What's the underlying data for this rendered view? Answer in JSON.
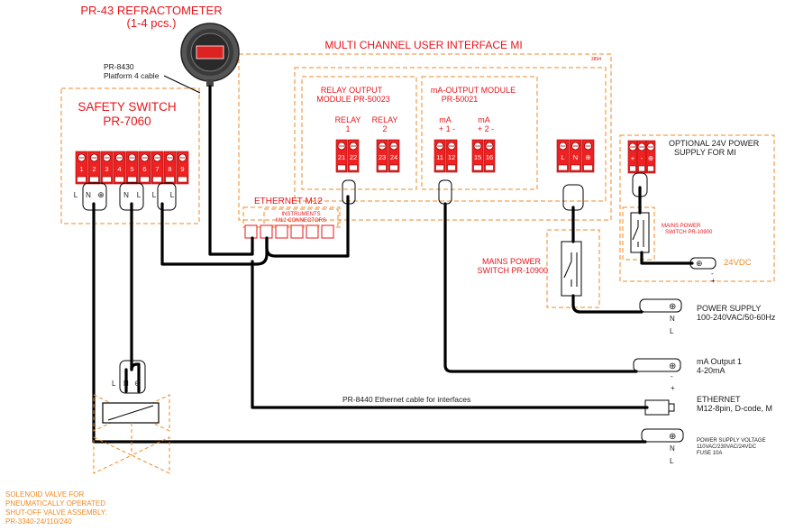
{
  "refractometer": {
    "title": "PR-43 REFRACTOMETER",
    "qty": "(1-4 pcs.)",
    "cable_line1": "PR-8430",
    "cable_line2": "Platform 4 cable"
  },
  "mi": {
    "title": "MULTI CHANNEL USER INTERFACE MI",
    "code": "3894"
  },
  "safety": {
    "title1": "SAFETY SWITCH",
    "title2": "PR-7060",
    "terminals": [
      "1",
      "2",
      "3",
      "4",
      "5",
      "6",
      "7",
      "8",
      "9"
    ],
    "labels": [
      "L",
      "N",
      "⊕",
      "N",
      "L",
      "L",
      "L"
    ]
  },
  "relay_module": {
    "title1": "RELAY OUTPUT",
    "title2": "MODULE PR-50023",
    "relay1": "RELAY",
    "relay1_num": "1",
    "relay2": "RELAY",
    "relay2_num": "2",
    "terms": [
      "21",
      "22",
      "23",
      "24"
    ]
  },
  "ma_module": {
    "title1": "mA-OUTPUT MODULE",
    "title2": "PR-50021",
    "ch1a": "mA",
    "ch1b": "+ 1 -",
    "ch2a": "mA",
    "ch2b": "+ 2 -",
    "terms": [
      "11",
      "12",
      "15",
      "16"
    ]
  },
  "mi_power_labels": [
    "L",
    "N",
    "⊕"
  ],
  "ethernet": {
    "title": "ETHERNET M12",
    "instr1": "INSTRUMENTS",
    "instr2": "M12 CONNECTORS"
  },
  "mains_switch": {
    "line1": "MAINS POWER",
    "line2": "SWITCH PR-10900"
  },
  "optional_psu": {
    "line1": "OPTIONAL 24V POWER",
    "line2": "SUPPLY FOR  MI",
    "plus": "+",
    "minus": "-",
    "sw1": "MAINS POWER",
    "sw2": "SWITCH PR-10900",
    "vdc": "24VDC",
    "out_minus": "-",
    "out_plus": "+"
  },
  "power_supply": {
    "line1": "POWER SUPPLY",
    "line2": "100-240VAC/50-60Hz",
    "pins": [
      "⊕",
      "N",
      "L"
    ]
  },
  "ma_output": {
    "line1": "mA Output 1",
    "line2": "4-20mA",
    "pins": [
      "⊕",
      "-",
      "+"
    ]
  },
  "ethernet_out": {
    "line1": "ETHERNET",
    "line2": "M12-8pin, D-code, M",
    "cable": "PR-8440 Ethernet cable for interfaces"
  },
  "psu_voltage": {
    "line1": "POWER SUPPLY VOLTAGE",
    "line2": "110VAC/230VAC/24VDC",
    "line3": "FUSE 10A",
    "pins": [
      "⊕",
      "N",
      "L"
    ]
  },
  "valve": {
    "pins": [
      "L",
      "N",
      "⊕"
    ],
    "line1": "SOLENOID VALVE FOR",
    "line2": "PNEUMATICALLY OPERATED",
    "line3": "SHUT-OFF VALVE ASSEMBLY:",
    "line4": "PR-3340-24/110/240"
  }
}
